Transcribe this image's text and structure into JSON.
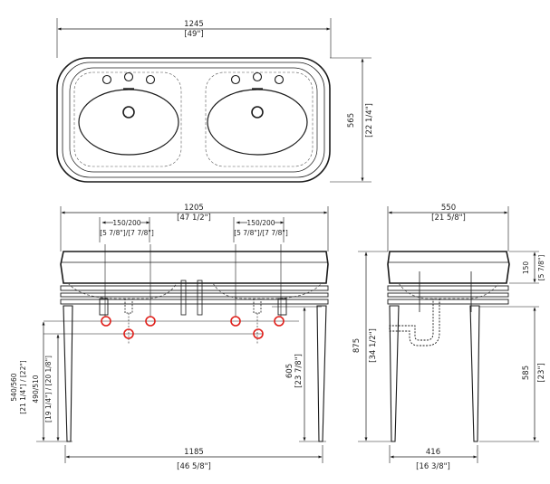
{
  "top_view": {
    "width_mm": "1245",
    "width_in": "[49\"]",
    "depth_mm": "565",
    "depth_in": "[22 1/4\"]"
  },
  "front_view": {
    "top_width_mm": "1205",
    "top_width_in": "[47 1/2\"]",
    "tap_spacing_left_mm": "150/200",
    "tap_spacing_left_in": "[5 7/8\"]/[7 7/8\"]",
    "tap_spacing_right_mm": "150/200",
    "tap_spacing_right_in": "[5 7/8\"]/[7 7/8\"]",
    "leg_span_mm": "1185",
    "leg_span_in": "[46 5/8\"]",
    "supply_height_mm": "540/560",
    "supply_height_in": "[21 1/4\"] / [22\"]",
    "waste_height_mm": "490/510",
    "waste_height_in": "[19 1/4\"] / [20 1/8\"]",
    "frame_height_mm": "605",
    "frame_height_in": "[23 7/8\"]"
  },
  "side_view": {
    "depth_mm": "550",
    "depth_in": "[21 5/8\"]",
    "basin_height_mm": "150",
    "basin_height_in": "[5 7/8\"]",
    "total_height_mm": "875",
    "total_height_in": "[34 1/2\"]",
    "frame_height_mm": "585",
    "frame_height_in": "[23\"]",
    "leg_depth_mm": "416",
    "leg_depth_in": "[16 3/8\"]"
  },
  "colors": {
    "line": "#1a1a1a",
    "dash": "#666666",
    "connection": "#e0201b"
  }
}
